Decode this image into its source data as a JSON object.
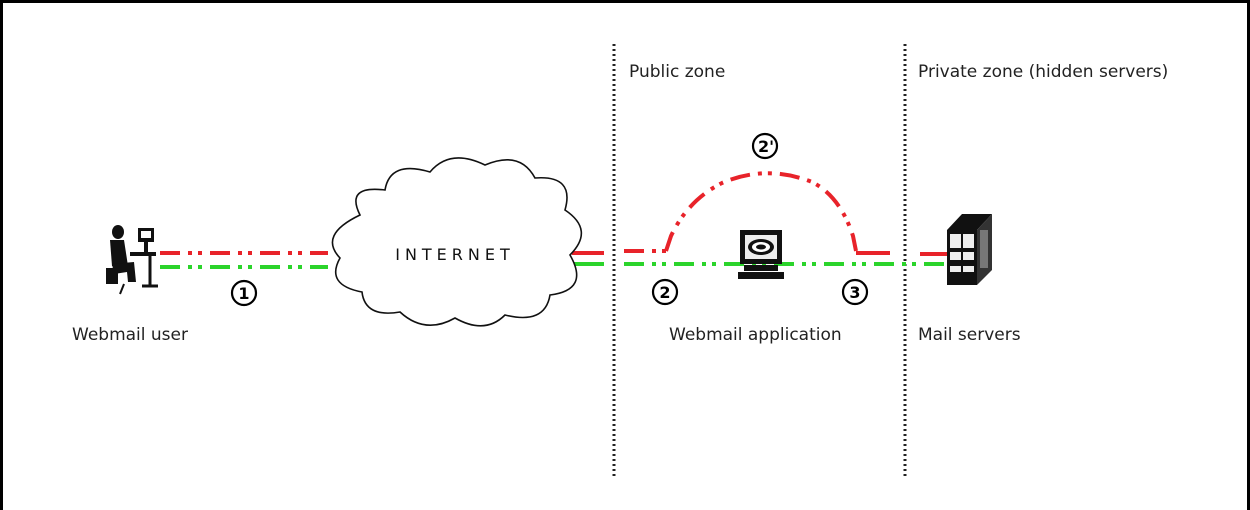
{
  "zones": {
    "public": "Public zone",
    "private": "Private zone (hidden servers)"
  },
  "nodes": {
    "user": "Webmail user",
    "internet": "INTERNET",
    "webapp": "Webmail application",
    "mail": "Mail servers"
  },
  "markers": {
    "one": "1",
    "two": "2",
    "two_prime": "2'",
    "three": "3"
  },
  "colors": {
    "request_path": "#e8232a",
    "response_path": "#2bd42b",
    "zone_divider": "#222222"
  },
  "icons": {
    "user": "person-at-computer-icon",
    "internet": "cloud-icon",
    "webapp": "computer-terminal-icon",
    "mail": "server-rack-icon"
  }
}
